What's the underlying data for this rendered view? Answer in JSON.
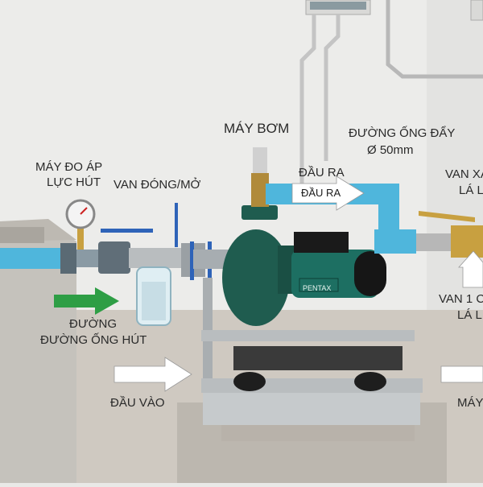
{
  "labels": {
    "pressure_gauge": [
      "MÁY ĐO ÁP",
      "LỰC HÚT"
    ],
    "valve_open_close": "VAN ĐÓNG/MỞ",
    "pump": "MÁY BƠM",
    "discharge_pipe": [
      "ĐƯỜNG ỐNG ĐẨY",
      "Ø 50mm"
    ],
    "outlet_head": "ĐẦU RA",
    "outlet_arrow": "ĐẦU RA",
    "valve_right_top": [
      "VAN XẢ",
      "LÁ L"
    ],
    "valve_right_bottom": [
      "VAN 1 C",
      "LÁ L"
    ],
    "suction_pipe": [
      "ĐƯỜNG",
      "ĐƯỜNG ỐNG HÚT"
    ],
    "inlet": "ĐẦU VÀO",
    "pump_right": "MÁY",
    "brand": "PENTAX"
  },
  "colors": {
    "wall": "#ececea",
    "floor": "#cfc9c1",
    "pipe_blue": "#4fb6dc",
    "pump_green": "#1f5c4f",
    "frame_steel": "#b9bdbf",
    "arrow_green": "#2e9e45",
    "arrow_white": "#ffffff",
    "brass": "#c8a040"
  }
}
